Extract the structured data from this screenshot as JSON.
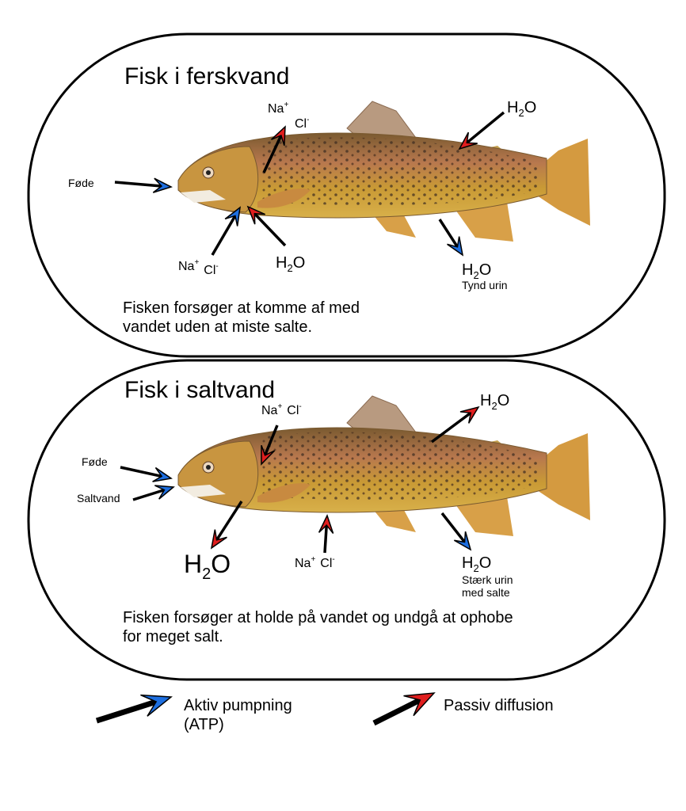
{
  "colors": {
    "active": "#1e6fe0",
    "passive": "#e01e1e",
    "outline": "#000000"
  },
  "freshwater": {
    "title": "Fisk i ferskvand",
    "food": "Føde",
    "ion_out": {
      "na": "Na",
      "na_sup": "+",
      "cl": "Cl",
      "cl_sup": "-"
    },
    "ion_in": {
      "na": "Na",
      "na_sup": "+",
      "cl": "Cl",
      "cl_sup": "-"
    },
    "water_gill": {
      "h": "H",
      "sub": "2",
      "o": "O"
    },
    "water_body": {
      "h": "H",
      "sub": "2",
      "o": "O"
    },
    "water_urine": {
      "h": "H",
      "sub": "2",
      "o": "O"
    },
    "urine_label": "Tynd urin",
    "description": [
      "Fisken forsøger at komme af med",
      "vandet uden at miste salte."
    ]
  },
  "saltwater": {
    "title": "Fisk i saltvand",
    "food": "Føde",
    "saltwater_in": "Saltvand",
    "ion_gill": {
      "na": "Na",
      "na_sup": "+",
      "cl": "Cl",
      "cl_sup": "-"
    },
    "ion_body": {
      "na": "Na",
      "na_sup": "+",
      "cl": "Cl",
      "cl_sup": "-"
    },
    "water_gill": {
      "h": "H",
      "sub": "2",
      "o": "O"
    },
    "water_body": {
      "h": "H",
      "sub": "2",
      "o": "O"
    },
    "water_urine": {
      "h": "H",
      "sub": "2",
      "o": "O"
    },
    "urine_label": [
      "Stærk urin",
      "med salte"
    ],
    "description": [
      "Fisken forsøger at holde på vandet og undgå at ophobe",
      "for meget salt."
    ]
  },
  "legend": {
    "active": [
      "Aktiv pumpning",
      "(ATP)"
    ],
    "passive": "Passiv diffusion"
  }
}
